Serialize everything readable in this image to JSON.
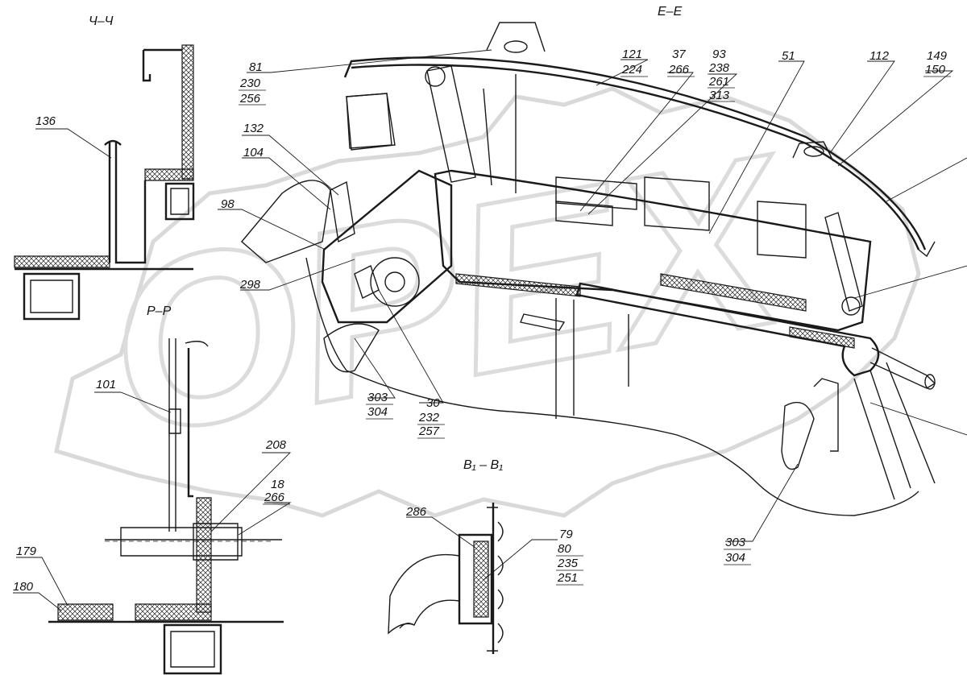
{
  "sections": {
    "ch_ch": "Ч–Ч",
    "e_e": "Е–Е",
    "r_r": "Р–Р",
    "b1_b1": "В₁ – В₁"
  },
  "watermark": "ОРЕХ",
  "callouts": {
    "c136": "136",
    "c81": "81",
    "c230": "230",
    "c256": "256",
    "c121": "121",
    "c224": "224",
    "c37": "37",
    "c266a": "266",
    "c93": "93",
    "c238": "238",
    "c261": "261",
    "c313": "313",
    "c51": "51",
    "c112": "112",
    "c149": "149",
    "c150": "150",
    "c132": "132",
    "c104": "104",
    "c98": "98",
    "c298": "298",
    "c303a": "303",
    "c304a": "304",
    "c30": "30",
    "c232": "232",
    "c257": "257",
    "c101": "101",
    "c208": "208",
    "c18": "18",
    "c266b": "266",
    "c179": "179",
    "c180": "180",
    "c286": "286",
    "c79": "79",
    "c80": "80",
    "c235": "235",
    "c251": "251",
    "c303b": "303",
    "c304b": "304"
  }
}
